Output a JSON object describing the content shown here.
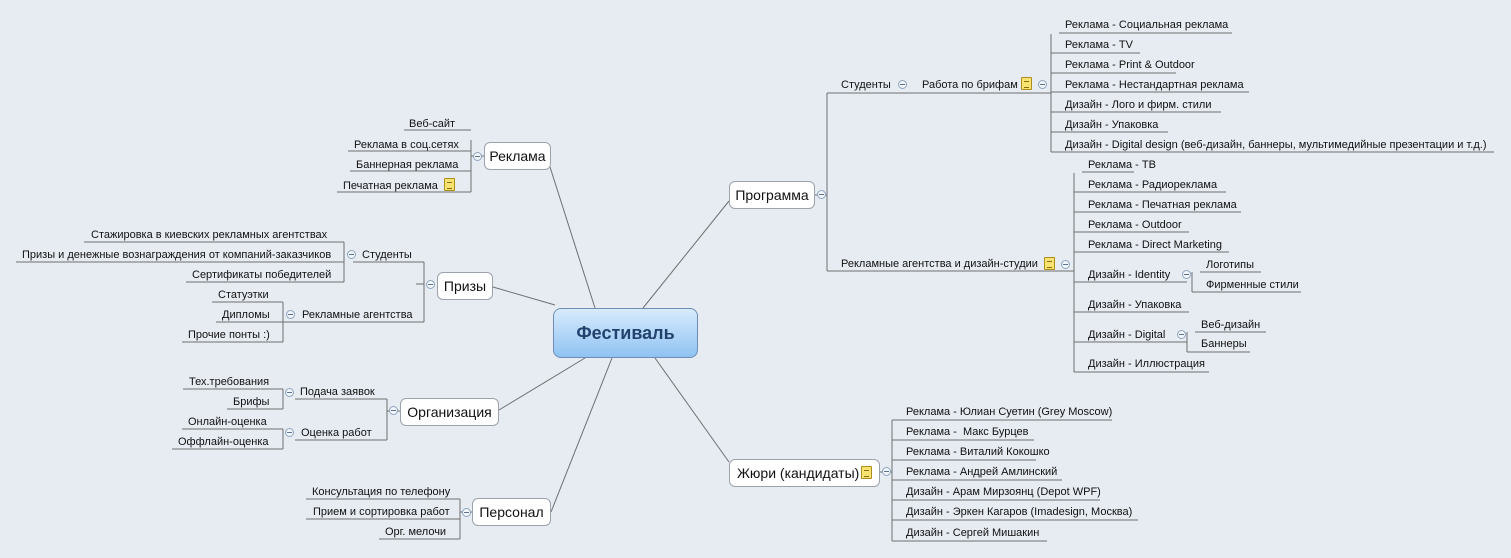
{
  "central": "Фестиваль",
  "reklama": {
    "title": "Реклама",
    "items": [
      "Веб-сайт",
      "Реклама в соц.сетях",
      "Баннерная реклама",
      "Печатная реклама"
    ]
  },
  "prizy": {
    "title": "Призы",
    "students": {
      "label": "Студенты",
      "items": [
        "Стажировка в киевских рекламных агентствах",
        "Призы и денежные вознаграждения от компаний-заказчиков",
        "Сертификаты победителей"
      ]
    },
    "agencies": {
      "label": "Рекламные агентства",
      "items": [
        "Статуэтки",
        "Дипломы",
        "Прочие понты :)"
      ]
    }
  },
  "organizaciya": {
    "title": "Организация",
    "zayavki": {
      "label": "Подача заявок",
      "items": [
        "Тех.требования",
        "Брифы"
      ]
    },
    "ocenka": {
      "label": "Оценка работ",
      "items": [
        "Онлайн-оценка",
        "Оффлайн-оценка"
      ]
    }
  },
  "personal": {
    "title": "Персонал",
    "items": [
      "Консультация по телефону",
      "Прием и сортировка работ",
      "Орг. мелочи"
    ]
  },
  "programma": {
    "title": "Программа",
    "students": {
      "label": "Студенты",
      "brief": {
        "label": "Работа по брифам",
        "items": [
          "Реклама - Социальная реклама",
          "Реклама - TV",
          "Реклама - Print & Outdoor",
          "Реклама - Нестандартная реклама",
          "Дизайн - Лого и фирм. стили",
          "Дизайн - Упаковка",
          "Дизайн - Digital design (веб-дизайн, баннеры, мультимедийные презентации и т.д.)"
        ]
      }
    },
    "agencies": {
      "label": "Рекламные агентства и дизайн-студии",
      "items": [
        "Реклама - ТВ",
        "Реклама - Радиореклама",
        "Реклама - Печатная реклама",
        "Реклама - Outdoor",
        "Реклама - Direct Marketing",
        "Дизайн - Identity",
        "Дизайн - Упаковка",
        "Дизайн - Digital",
        "Дизайн - Иллюстрация"
      ],
      "identity_items": [
        "Логотипы",
        "Фирменные стили"
      ],
      "digital_items": [
        "Веб-дизайн",
        "Баннеры"
      ]
    }
  },
  "jury": {
    "title": "Жюри (кандидаты)",
    "items": [
      "Реклама - Юлиан Суетин (Grey Moscow)",
      "Реклама -  Макс Бурцев",
      "Реклама - Виталий Кокошко",
      "Реклама - Андрей Амлинский",
      "Дизайн - Арам Мирзоянц (Depot WPF)",
      "Дизайн - Эркен Кагаров (Imadesign, Москва)",
      "Дизайн - Сергей Мишакин"
    ]
  }
}
